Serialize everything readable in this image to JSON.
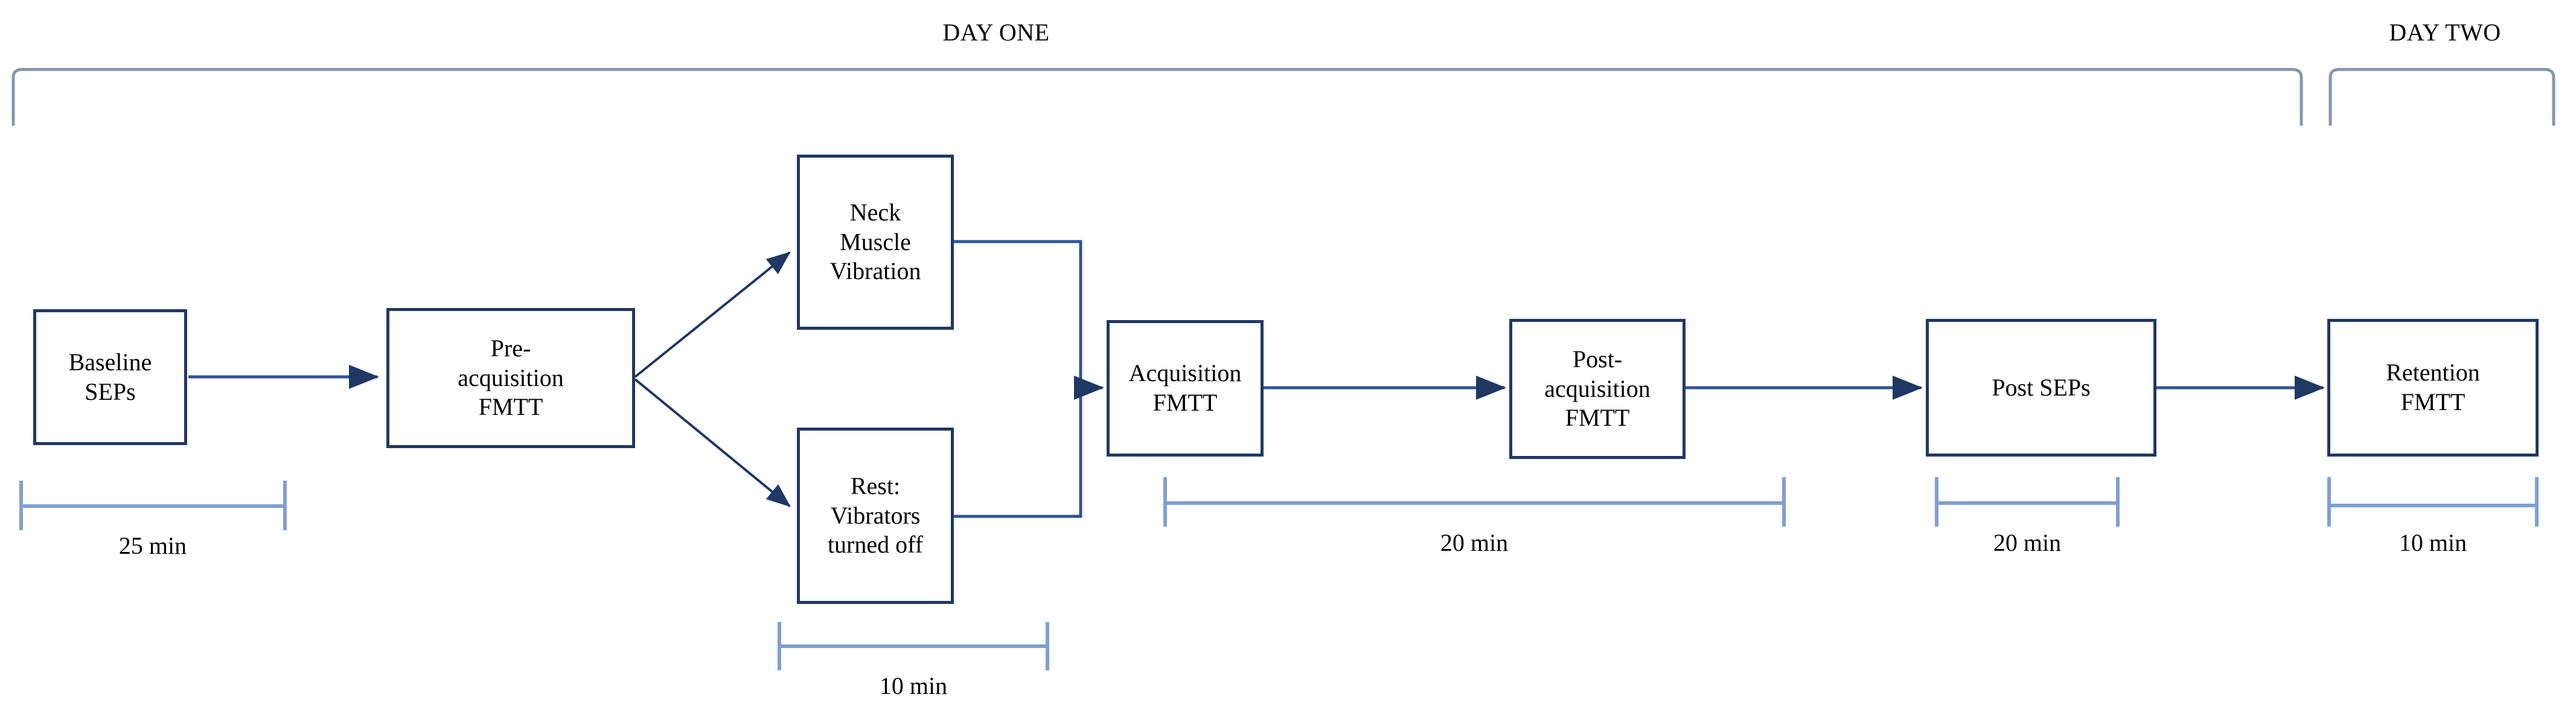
{
  "diagram": {
    "type": "experimental-protocol-flowchart",
    "colors": {
      "box_border": "#1F3864",
      "arrow": "#2F5496",
      "bracket": "#8496B0",
      "ruler": "#7F9FD4",
      "text": "#000000",
      "background": "#FFFFFF"
    },
    "phases": [
      {
        "id": "day-one",
        "label": "DAY ONE"
      },
      {
        "id": "day-two",
        "label": "DAY TWO"
      }
    ],
    "nodes": [
      {
        "id": "baseline-seps",
        "label": "Baseline\nSEPs"
      },
      {
        "id": "pre-acq-fmtt",
        "label": "Pre-\nacquisition\nFMTT"
      },
      {
        "id": "neck-vibration",
        "label": "Neck\nMuscle\nVibration"
      },
      {
        "id": "rest-vibr-off",
        "label": "Rest:\nVibrators\nturned off"
      },
      {
        "id": "acquisition-fmtt",
        "label": "Acquisition\nFMTT"
      },
      {
        "id": "post-acq-fmtt",
        "label": "Post-\nacquisition\nFMTT"
      },
      {
        "id": "post-seps",
        "label": "Post SEPs"
      },
      {
        "id": "retention-fmtt",
        "label": "Retention\nFMTT"
      }
    ],
    "durations": [
      {
        "id": "dur-25min",
        "label": "25 min",
        "spans": [
          "baseline-seps",
          "pre-acq-fmtt"
        ]
      },
      {
        "id": "dur-10min-a",
        "label": "10 min",
        "spans": [
          "neck-vibration",
          "rest-vibr-off"
        ]
      },
      {
        "id": "dur-20min-a",
        "label": "20 min",
        "spans": [
          "acquisition-fmtt",
          "post-acq-fmtt"
        ]
      },
      {
        "id": "dur-20min-b",
        "label": "20 min",
        "spans": [
          "post-seps"
        ]
      },
      {
        "id": "dur-10min-b",
        "label": "10 min",
        "spans": [
          "retention-fmtt"
        ]
      }
    ],
    "edges": [
      {
        "from": "baseline-seps",
        "to": "pre-acq-fmtt",
        "style": "straight-arrow"
      },
      {
        "from": "pre-acq-fmtt",
        "to": "neck-vibration",
        "style": "diagonal-arrow-up"
      },
      {
        "from": "pre-acq-fmtt",
        "to": "rest-vibr-off",
        "style": "diagonal-arrow-down"
      },
      {
        "from": "neck-vibration",
        "to": "acquisition-fmtt",
        "style": "merge-elbow"
      },
      {
        "from": "rest-vibr-off",
        "to": "acquisition-fmtt",
        "style": "merge-elbow"
      },
      {
        "from": "acquisition-fmtt",
        "to": "post-acq-fmtt",
        "style": "straight-arrow"
      },
      {
        "from": "post-acq-fmtt",
        "to": "post-seps",
        "style": "straight-arrow"
      },
      {
        "from": "post-seps",
        "to": "retention-fmtt",
        "style": "straight-arrow"
      }
    ]
  }
}
